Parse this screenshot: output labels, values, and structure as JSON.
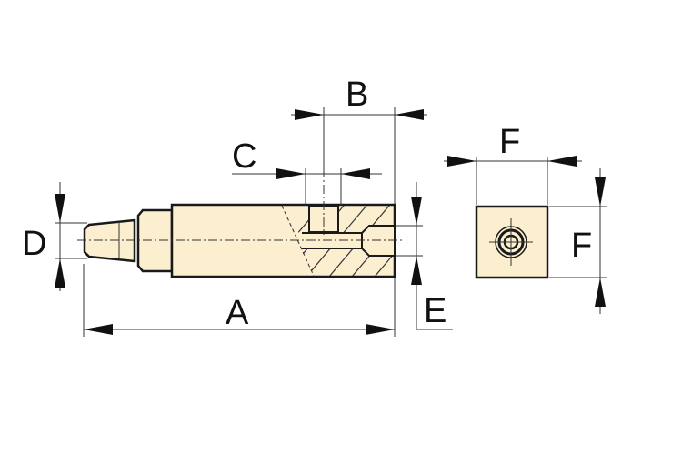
{
  "labels": {
    "A": "A",
    "B": "B",
    "C": "C",
    "D": "D",
    "E": "E",
    "F_top": "F",
    "F_side": "F"
  },
  "colors": {
    "part_fill": "#fbefd0",
    "line": "#1a1a1a"
  }
}
